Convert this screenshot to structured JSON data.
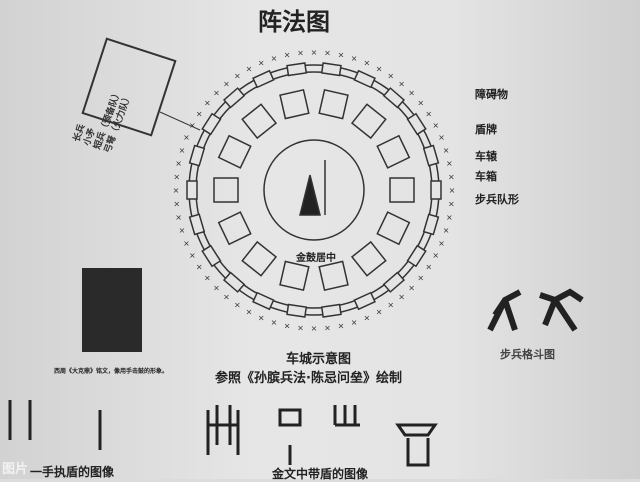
{
  "title": "阵法图",
  "labels": {
    "obstacle": "障碍物",
    "shield": "盾牌",
    "shaft": "车辕",
    "carriage": "车箱",
    "infantry": "步兵队形"
  },
  "center_label": "金鼓居中",
  "left_labels": {
    "long": "长兵",
    "spear": "小矛",
    "short": "短兵（预备队）",
    "bow": "弓弩（火力队）"
  },
  "inscription_caption": "西周《大克鼎》铭文，像用手击鼓的形象。",
  "caption_title": "车城示意图",
  "caption_ref": "参照《孙膑兵法·陈忌问垒》绘制",
  "combat_caption": "步兵格斗图",
  "bottom_left_caption": "一手执盾的图像",
  "bottom_center_caption": "金文中带盾的图像",
  "watermark": "图片",
  "colors": {
    "background": "#e0e0e0",
    "ink": "#222222"
  }
}
